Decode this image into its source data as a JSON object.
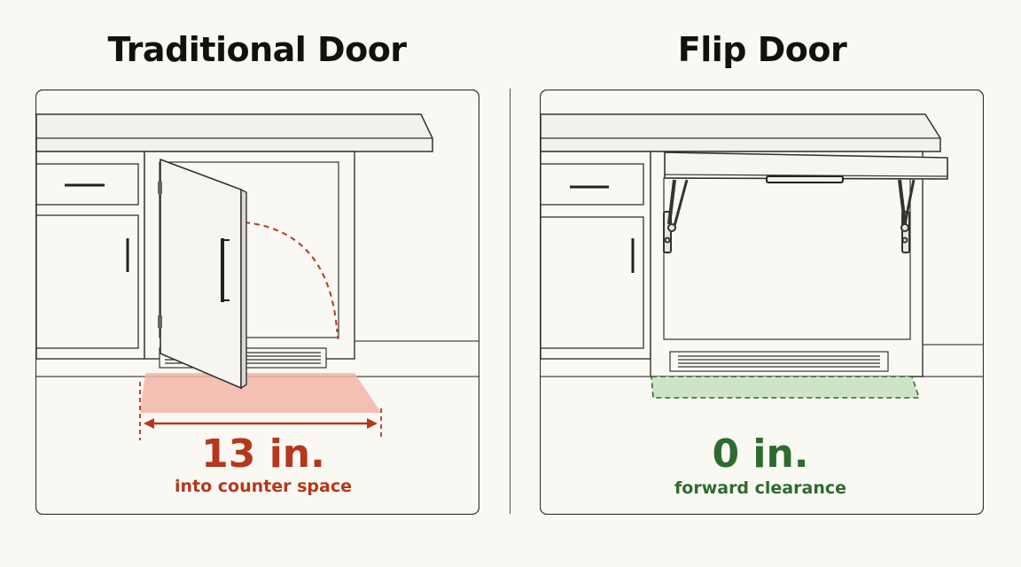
{
  "titles": {
    "left": "Traditional Door",
    "right": "Flip Door"
  },
  "traditional": {
    "measurement": "13 in.",
    "caption": "into counter space",
    "accent_color": "#b5381c",
    "fill_color": "#f2b6a8"
  },
  "flip": {
    "measurement": "0 in.",
    "caption": "forward clearance",
    "accent_color": "#2e6b30",
    "fill_color": "#cfe3c6"
  }
}
